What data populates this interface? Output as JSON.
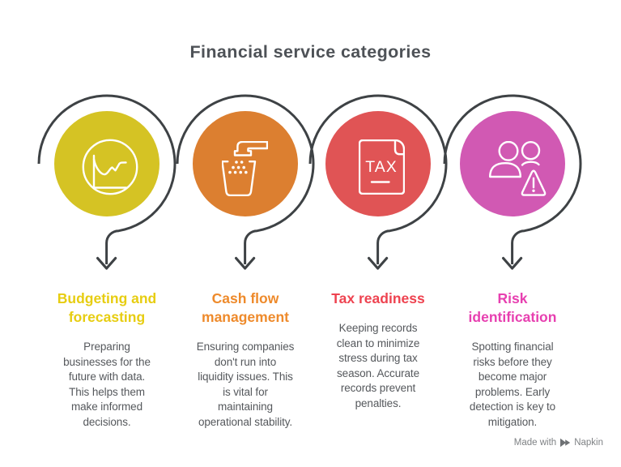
{
  "title": "Financial service categories",
  "style": {
    "title_color": "#4e5257",
    "body_color": "#55585c",
    "swirl_color": "#3e4245",
    "watermark_color": "#7f8285"
  },
  "categories": [
    {
      "name": "Budgeting and forecasting",
      "heading": "Budgeting and\nforecasting",
      "description": "Preparing\nbusinesses for the\nfuture with data.\nThis helps them\nmake informed\ndecisions.",
      "circle_color": "#d5c324",
      "heading_color": "#e7cd11",
      "icon": "line-chart-icon"
    },
    {
      "name": "Cash flow management",
      "heading": "Cash flow\nmanagement",
      "description": "Ensuring companies\ndon't run into\nliquidity issues. This\nis vital for\nmaintaining\noperational stability.",
      "circle_color": "#dc7f30",
      "heading_color": "#ee8a2b",
      "icon": "faucet-water-icon"
    },
    {
      "name": "Tax readiness",
      "heading": "Tax readiness",
      "description": "Keeping records\nclean to minimize\nstress during tax\nseason. Accurate\nrecords prevent\npenalties.",
      "circle_color": "#e05455",
      "heading_color": "#ee4350",
      "icon": "tax-document-icon",
      "icon_label": "TAX"
    },
    {
      "name": "Risk identification",
      "heading": "Risk\nidentification",
      "description": "Spotting financial\nrisks before they\nbecome major\nproblems. Early\ndetection is key to\nmitigation.",
      "circle_color": "#d159b3",
      "heading_color": "#e740b0",
      "icon": "people-warning-icon"
    }
  ],
  "watermark": {
    "text": "Made with",
    "brand": "Napkin"
  }
}
